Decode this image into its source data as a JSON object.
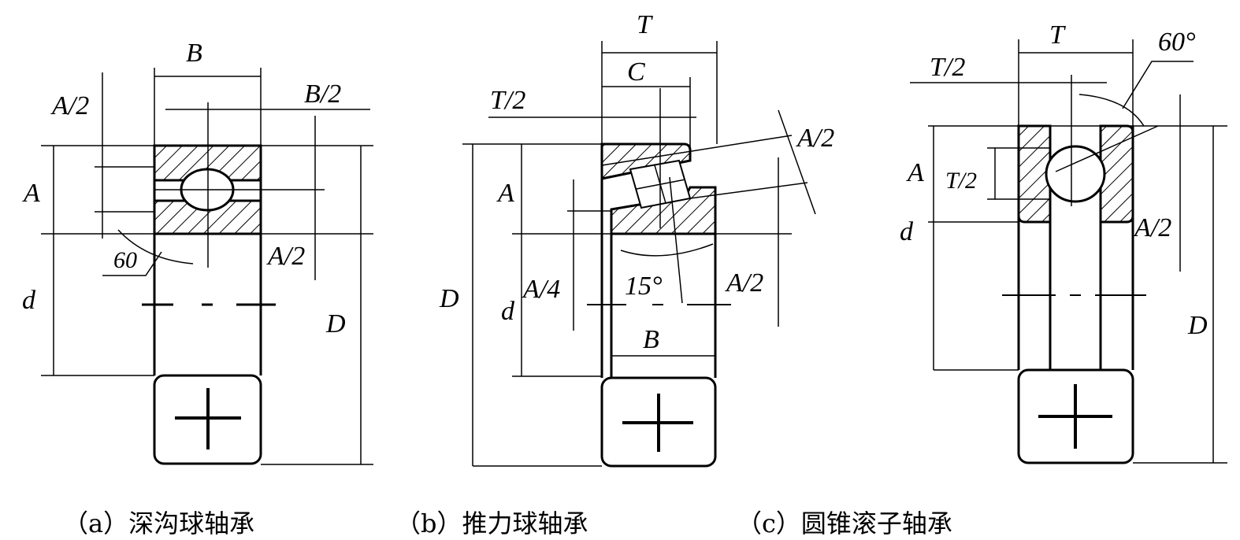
{
  "figures": [
    {
      "caption": "（a）深沟球轴承",
      "labels": {
        "B": "B",
        "B_half": "B/2",
        "A_half_top": "A/2",
        "A": "A",
        "angle": "60",
        "A_half_right": "A/2",
        "d": "d",
        "D": "D"
      }
    },
    {
      "caption": "（b）推力球轴承",
      "labels": {
        "T": "T",
        "C": "C",
        "T_half": "T/2",
        "A_half_diag": "A/2",
        "A": "A",
        "A_quarter": "A/4",
        "angle": "15°",
        "A_half_right": "A/2",
        "D": "D",
        "d": "d",
        "B": "B"
      }
    },
    {
      "caption": "（c）圆锥滚子轴承",
      "labels": {
        "T": "T",
        "angle": "60°",
        "T_half_top": "T/2",
        "A": "A",
        "T_half_inner": "T/2",
        "d": "d",
        "A_half_right": "A/2",
        "D": "D"
      }
    }
  ]
}
